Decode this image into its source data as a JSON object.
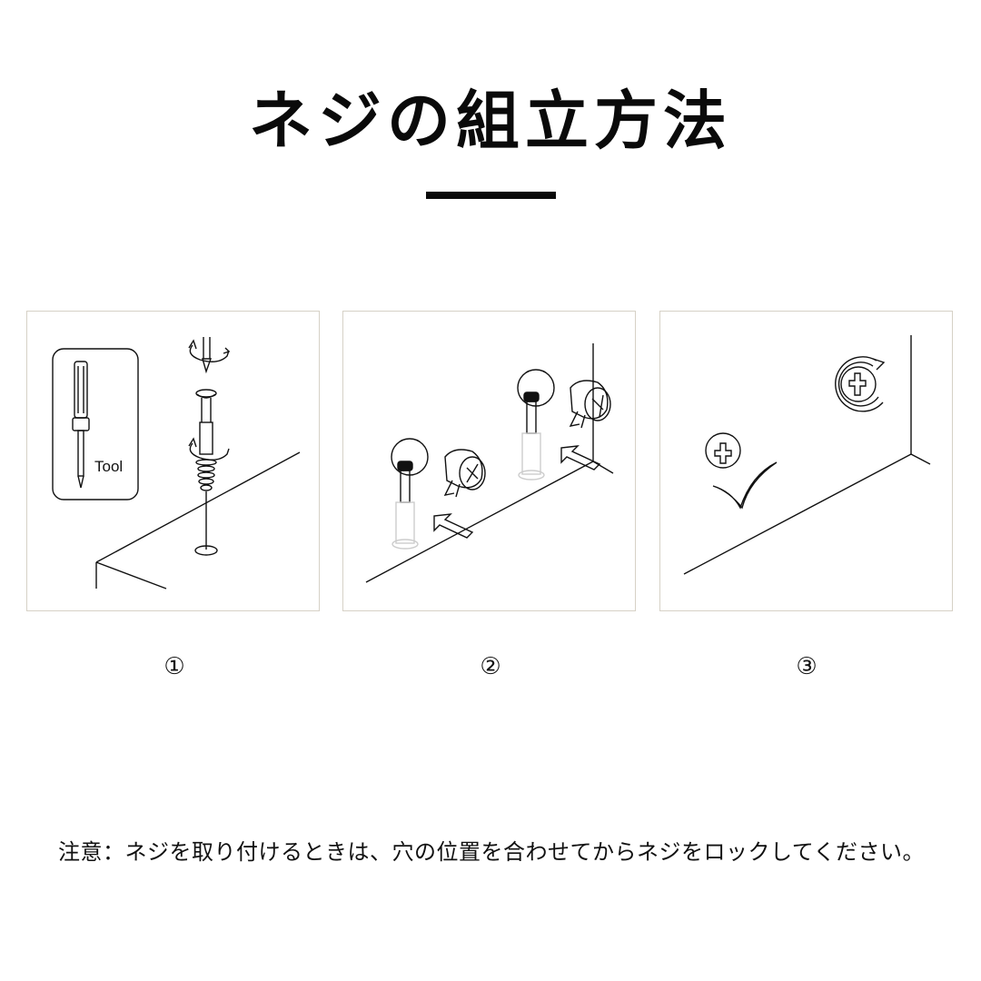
{
  "title": "ネジの組立方法",
  "panels": [
    {
      "step": "①",
      "tool_label": "Tool",
      "description": "screwdriver-and-screw-insertion"
    },
    {
      "step": "②",
      "description": "cam-lock-insertion"
    },
    {
      "step": "③",
      "description": "rotate-to-lock"
    }
  ],
  "note": "注意：ネジを取り付けるときは、穴の位置を合わせてからネジをロックしてください。",
  "colors": {
    "text": "#0a0a0a",
    "panel_border": "#d6d1c6",
    "background": "#ffffff"
  }
}
